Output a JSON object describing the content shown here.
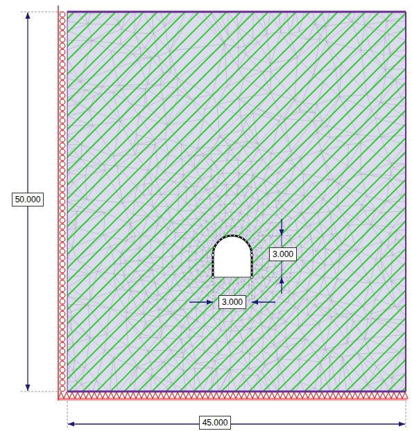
{
  "diagram": {
    "labels": [
      "50.000",
      "3.000",
      "3.000",
      "45.000"
    ]
  }
}
